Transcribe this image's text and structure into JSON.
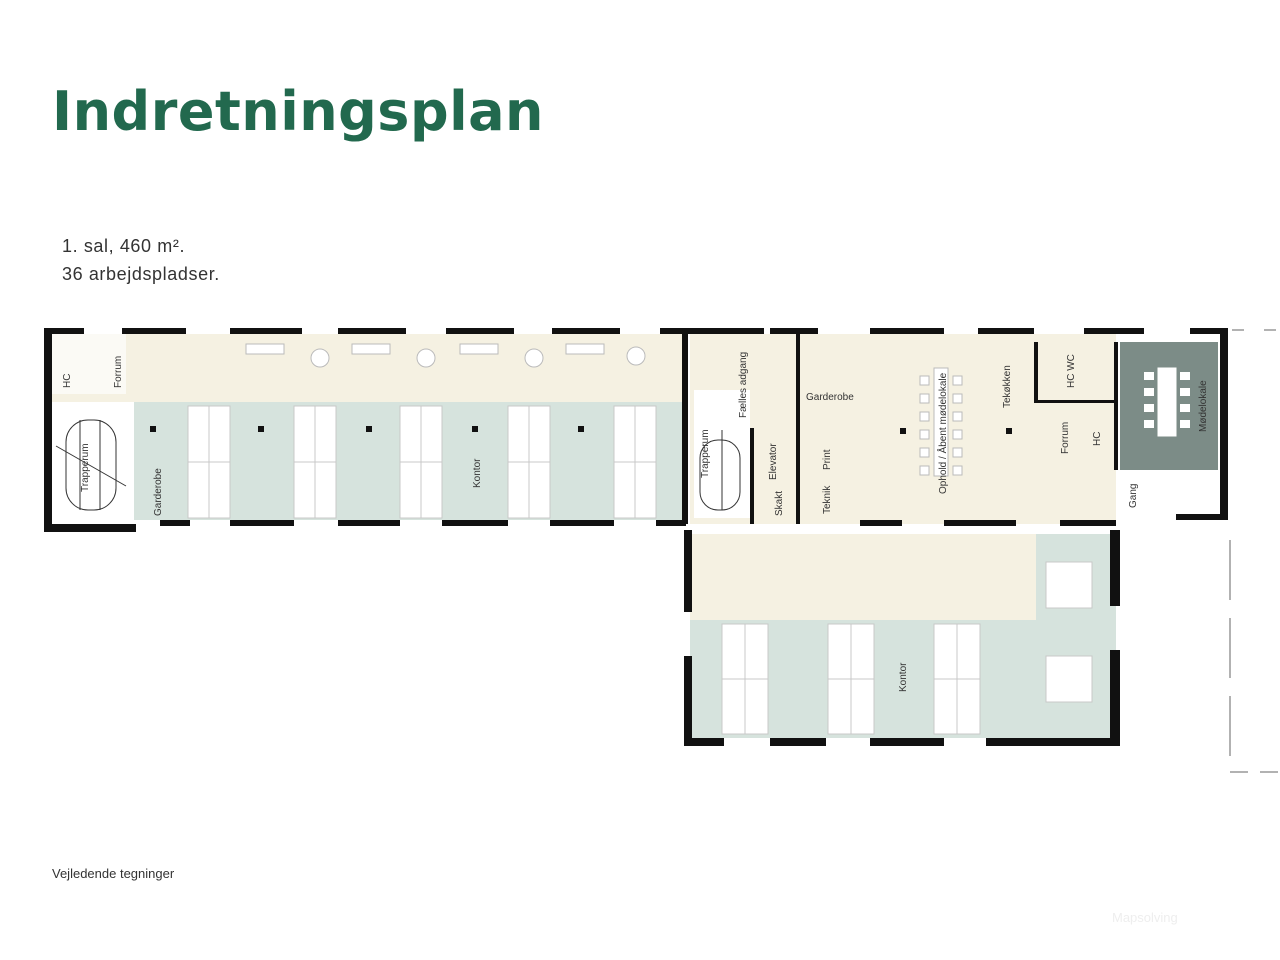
{
  "title": "Indretningsplan",
  "info": {
    "line1": "1. sal, 460 m².",
    "line2": "36 arbejdspladser."
  },
  "footnote": "Vejledende tegninger",
  "watermark": "Mapsolving",
  "colors": {
    "title": "#22694e",
    "corridor": "#f5f1e2",
    "office": "#d6e3dd",
    "meeting": "#7c8c87",
    "wall": "#111111"
  },
  "rooms": {
    "hc_left": "HC",
    "forrum_left": "Forrum",
    "trapperum_left": "Trapperum",
    "garderobe_left": "Garderobe",
    "kontor_left": "Kontor",
    "faelles_adgang": "Fælles adgang",
    "trapperum_mid": "Trapperum",
    "elevator": "Elevator",
    "skakt": "Skakt",
    "garderobe_mid": "Garderobe",
    "print": "Print",
    "teknik": "Teknik",
    "ophold": "Ophold / Åbent mødelokale",
    "tekokken": "Tekøkken",
    "hc_wc": "HC WC",
    "forrum_right": "Forrum",
    "hc_right": "HC",
    "modelokale": "Mødelokale",
    "gang": "Gang",
    "kontor_lower": "Kontor"
  }
}
